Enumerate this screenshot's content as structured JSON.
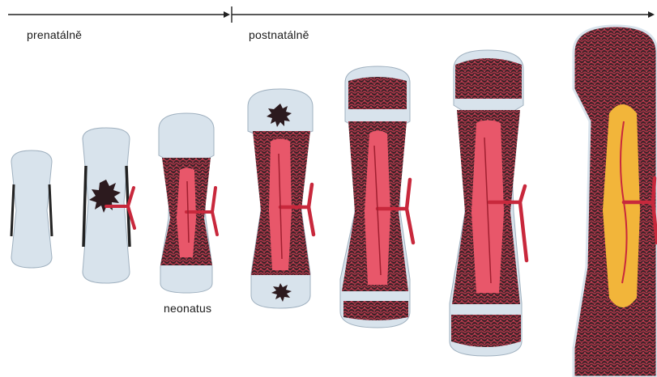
{
  "labels": {
    "prenatal": "prenatálně",
    "postnatal": "postnatálně",
    "neonatus": "neonatus"
  },
  "colors": {
    "cartilage": "#d8e3ec",
    "bone": "#3b2328",
    "marrow": "#e8576a",
    "spongy": "#b4374a",
    "vessel": "#c8283c",
    "yellow_marrow": "#f2b53a",
    "line": "#222222"
  },
  "stages": [
    {
      "name": "stage-1-cartilage-model"
    },
    {
      "name": "stage-2-primary-ossification-center"
    },
    {
      "name": "stage-3-neonatus"
    },
    {
      "name": "stage-4-secondary-centers"
    },
    {
      "name": "stage-5-growth-plates"
    },
    {
      "name": "stage-6-maturing-bone"
    },
    {
      "name": "stage-7-adult-bone"
    }
  ]
}
